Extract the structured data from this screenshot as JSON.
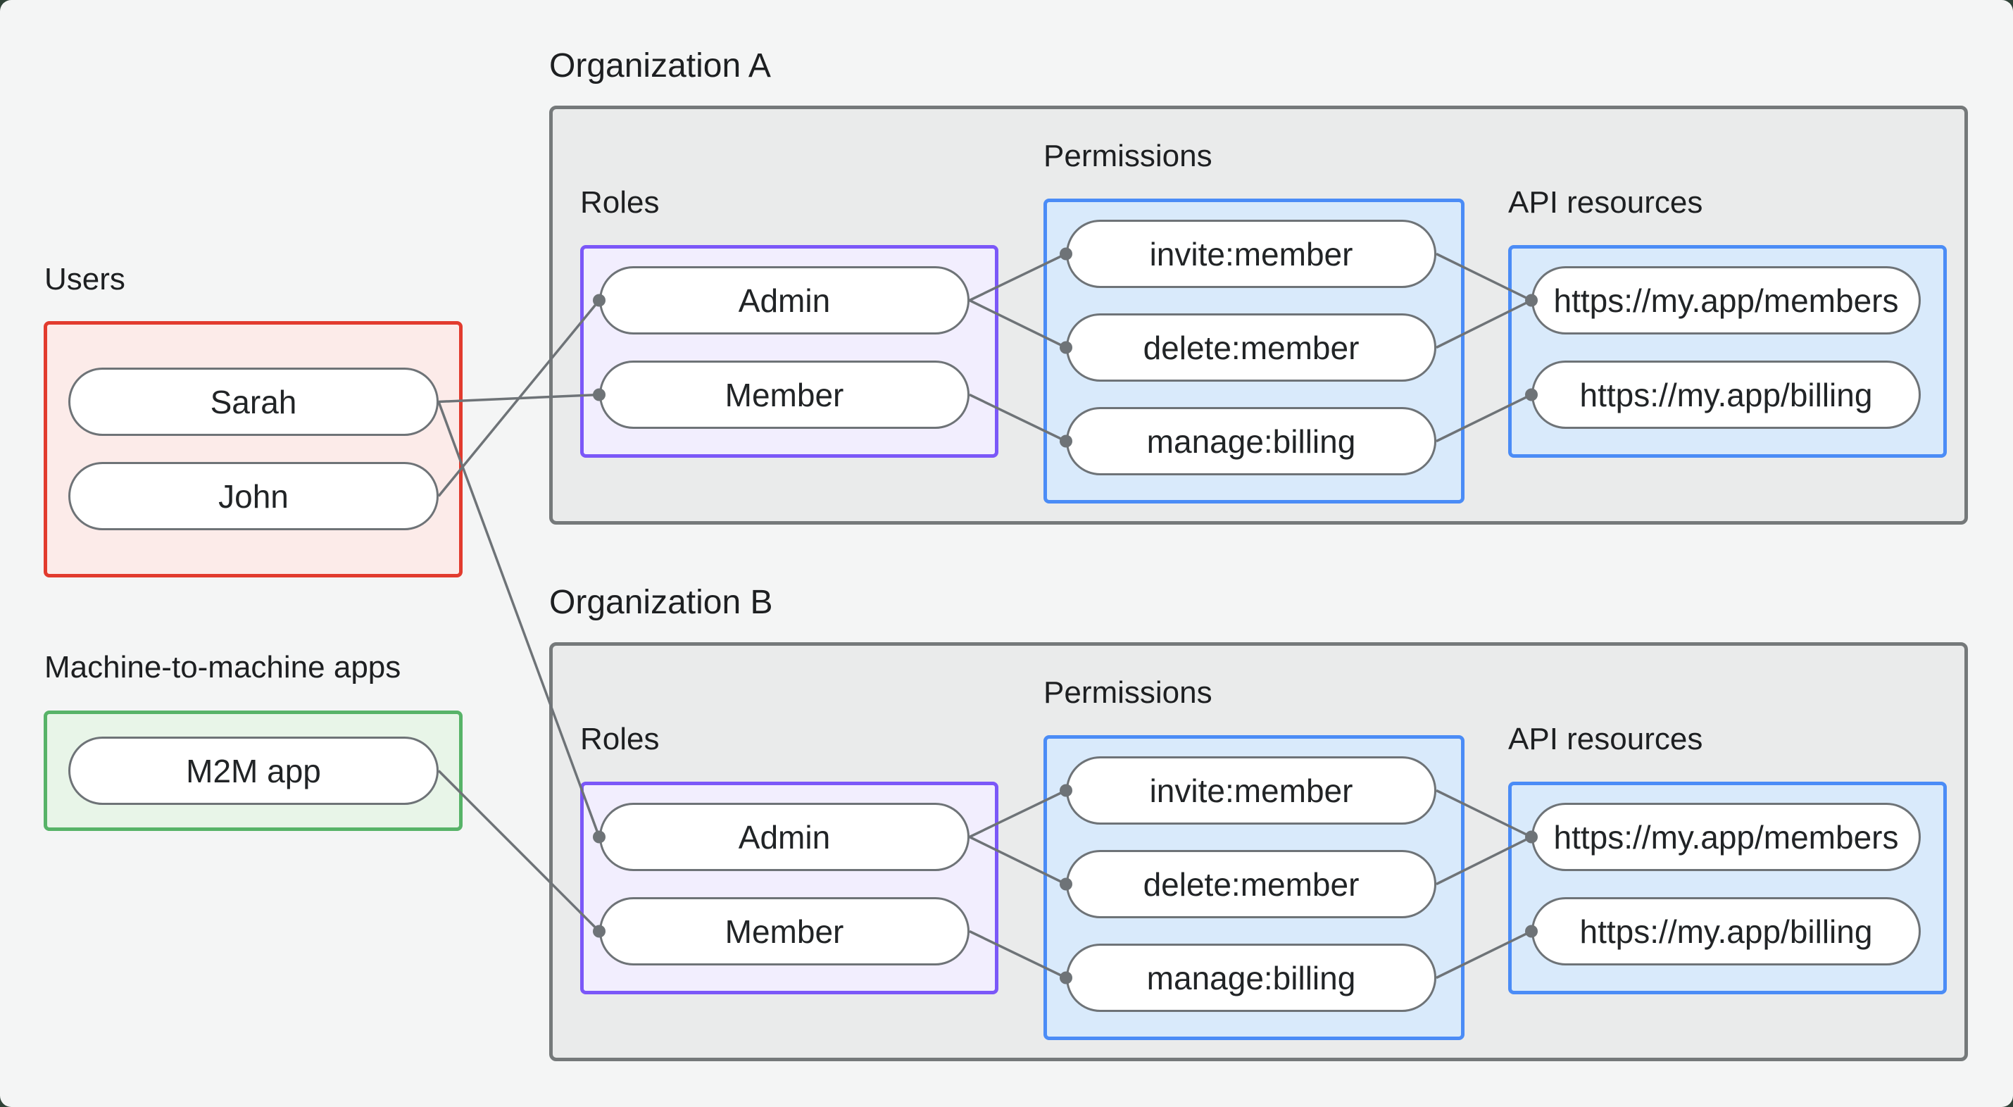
{
  "users": {
    "label": "Users",
    "nodes": [
      {
        "id": "sarah",
        "label": "Sarah"
      },
      {
        "id": "john",
        "label": "John"
      }
    ]
  },
  "m2m": {
    "label": "Machine-to-machine apps",
    "nodes": [
      {
        "id": "m2m",
        "label": "M2M app"
      }
    ]
  },
  "organizations": [
    {
      "label": "Organization A",
      "roles_label": "Roles",
      "permissions_label": "Permissions",
      "api_label": "API resources",
      "roles": [
        {
          "id": "a.admin",
          "label": "Admin"
        },
        {
          "id": "a.member",
          "label": "Member"
        }
      ],
      "permissions": [
        {
          "id": "a.invite",
          "label": "invite:member"
        },
        {
          "id": "a.delete",
          "label": "delete:member"
        },
        {
          "id": "a.manage",
          "label": "manage:billing"
        }
      ],
      "api_resources": [
        {
          "id": "a.members",
          "label": "https://my.app/members"
        },
        {
          "id": "a.billing",
          "label": "https://my.app/billing"
        }
      ]
    },
    {
      "label": "Organization B",
      "roles_label": "Roles",
      "permissions_label": "Permissions",
      "api_label": "API resources",
      "roles": [
        {
          "id": "b.admin",
          "label": "Admin"
        },
        {
          "id": "b.member",
          "label": "Member"
        }
      ],
      "permissions": [
        {
          "id": "b.invite",
          "label": "invite:member"
        },
        {
          "id": "b.delete",
          "label": "delete:member"
        },
        {
          "id": "b.manage",
          "label": "manage:billing"
        }
      ],
      "api_resources": [
        {
          "id": "b.members",
          "label": "https://my.app/members"
        },
        {
          "id": "b.billing",
          "label": "https://my.app/billing"
        }
      ]
    }
  ],
  "edges": [
    {
      "from": "sarah",
      "to": "a.member"
    },
    {
      "from": "john",
      "to": "a.admin"
    },
    {
      "from": "sarah",
      "to": "b.admin"
    },
    {
      "from": "m2m",
      "to": "b.member"
    },
    {
      "from": "a.admin",
      "to": "a.invite"
    },
    {
      "from": "a.admin",
      "to": "a.delete"
    },
    {
      "from": "a.member",
      "to": "a.manage"
    },
    {
      "from": "a.invite",
      "to": "a.members"
    },
    {
      "from": "a.delete",
      "to": "a.members"
    },
    {
      "from": "a.manage",
      "to": "a.billing"
    },
    {
      "from": "b.admin",
      "to": "b.invite"
    },
    {
      "from": "b.admin",
      "to": "b.delete"
    },
    {
      "from": "b.member",
      "to": "b.manage"
    },
    {
      "from": "b.invite",
      "to": "b.members"
    },
    {
      "from": "b.delete",
      "to": "b.members"
    },
    {
      "from": "b.manage",
      "to": "b.billing"
    }
  ],
  "colors": {
    "canvas_bg": "#f4f5f5",
    "outer_bg": "#2f4237",
    "users_fill": "#fcebe9",
    "users_border": "#e23b2e",
    "m2m_fill": "#e8f5e8",
    "m2m_border": "#57b368",
    "org_fill": "#eaebeb",
    "org_border": "#75797a",
    "roles_fill": "#f2eefe",
    "roles_border": "#7b57f8",
    "blue_fill": "#d9eafb",
    "blue_border": "#4b8cf6",
    "node_fill": "#ffffff",
    "node_border": "#6e7377",
    "connector": "#6e7377",
    "text": "#212426"
  }
}
